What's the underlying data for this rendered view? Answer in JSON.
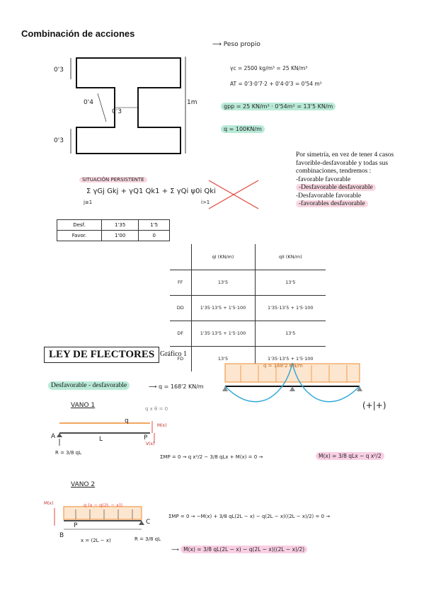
{
  "title": "Combinación de acciones",
  "peso_propio": {
    "label": "Peso propio",
    "gamma": "γc = 2500 kg/m³ = 25 KN/m³",
    "area": "AT = 0'3·0'7·2 + 0'4·0'3 = 0'54 m²",
    "gpp": "gpp = 25 KN/m³ · 0'54m² = 13'5 KN/m",
    "qsu": "q = 100KN/m"
  },
  "section_dims": {
    "top": "0'3",
    "bottom": "0'3",
    "web_h": "0'4",
    "web_w": "0'3",
    "total": "1m"
  },
  "sim_note": {
    "intro": "Por simetría, en vez de tener 4 casos favorible-desfavorable y todas sus combinaciones, tendremos :",
    "items": [
      "-favorable favorable",
      "-Desfavorable desfavorable",
      "-Desfavorable favorable",
      "-favorables desfavorable"
    ]
  },
  "situacion": {
    "label": "SITUACIÓN PERSISTENTE",
    "formula": "Σ γGj Gkj + γQ1 Qk1 + Σ γQi ψ0i Qki",
    "idx1": "j≥1",
    "idx2": "i>1"
  },
  "coef_table": {
    "rows": [
      [
        "Desf.",
        "1'35",
        "1'5"
      ],
      [
        "Favor.",
        "1'00",
        "0"
      ]
    ]
  },
  "combo_table": {
    "headers": [
      "",
      "qI (KN/m)",
      "qII (KN/m)"
    ],
    "rows": [
      [
        "FF",
        "13'5",
        "13'5"
      ],
      [
        "DD",
        "1'35·13'5 + 1'5·100",
        "1'35·13'5 + 1'5·100"
      ],
      [
        "DF",
        "1'35·13'5 + 1'5·100",
        "13'5"
      ],
      [
        "FD",
        "13'5",
        "1'35·13'5 + 1'5·100"
      ]
    ]
  },
  "ley": {
    "title": "LEY DE FLECTORES",
    "grafico": "Gráfico 1",
    "case": "Desfavorable - desfavorable",
    "q_value": "q = 168'2 KN/m",
    "beam_label": "q = 168'2 KN/m",
    "sign": "(+|+)"
  },
  "vano1": {
    "title": "VANO 1",
    "note": "q x θ = 0",
    "q": "q",
    "a": "A",
    "p": "P",
    "l": "L",
    "r": "R = 3/8 qL",
    "mx": "M(x)",
    "vx": "V(x)",
    "eq": "ΣMP = 0 → q x²/2 − 3/8 qLx + M(x) = 0 →",
    "result": "M(x) = 3/8 qLx − q x²/2"
  },
  "vano2": {
    "title": "VANO 2",
    "load": "q (x − q(2L − x))",
    "mx": "M(x)",
    "b": "B",
    "p": "P",
    "c": "C",
    "x": "x = (2L − x)",
    "r": "R = 3/8 qL",
    "eq": "ΣMP = 0 → −M(x) + 3/8 qL(2L − x) − q(2L − x)((2L − x)/2) = 0 →",
    "result": "M(x) = 3/8 qL(2L − x) − q(2L − x)((2L − x)/2)"
  }
}
